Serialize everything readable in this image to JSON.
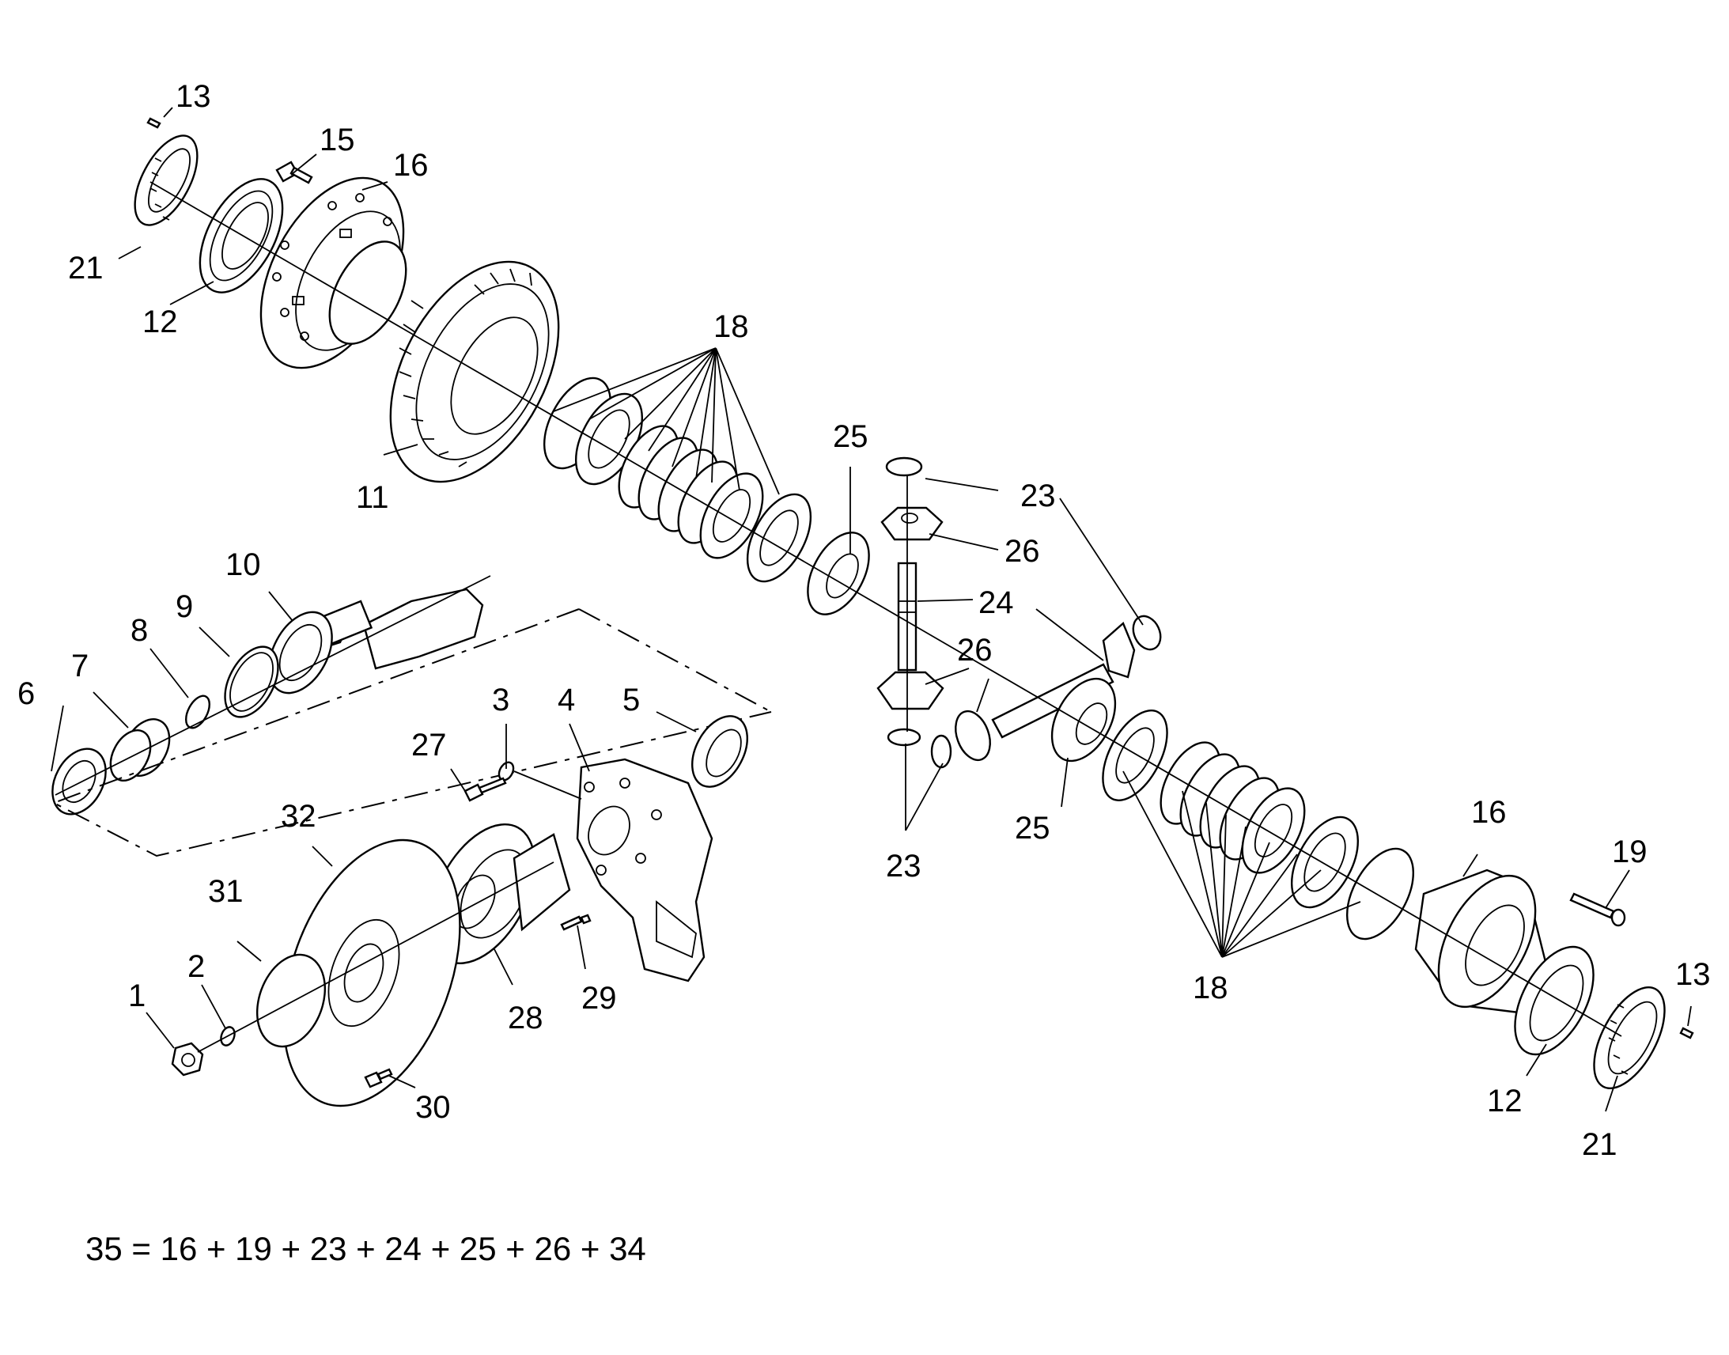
{
  "labels": {
    "p1": "1",
    "p2": "2",
    "p3": "3",
    "p4": "4",
    "p5": "5",
    "p6": "6",
    "p7": "7",
    "p8": "8",
    "p9": "9",
    "p10": "10",
    "p11": "11",
    "p12a": "12",
    "p12b": "12",
    "p13a": "13",
    "p13b": "13",
    "p15": "15",
    "p16a": "16",
    "p16b": "16",
    "p18a": "18",
    "p18b": "18",
    "p19": "19",
    "p21a": "21",
    "p21b": "21",
    "p23a": "23",
    "p23b": "23",
    "p24": "24",
    "p25a": "25",
    "p25b": "25",
    "p26a": "26",
    "p26b": "26",
    "p27": "27",
    "p28": "28",
    "p29": "29",
    "p30": "30",
    "p31": "31",
    "p32": "32"
  },
  "formula": "35 = 16 + 19 + 23 + 24 + 25 + 26 + 34"
}
